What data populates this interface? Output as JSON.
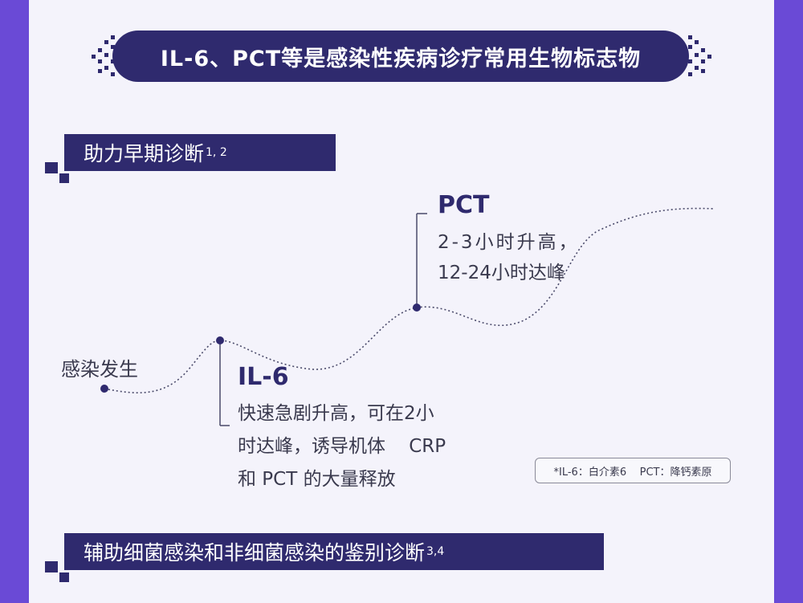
{
  "title": "IL-6、PCT等是感染性疾病诊疗常用生物标志物",
  "section1": {
    "label": "助力早期诊断",
    "sup": "1, 2"
  },
  "section2": {
    "label": "辅助细菌感染和非细菌感染的鉴别诊断",
    "sup": "3,4"
  },
  "diagram": {
    "onset_label": "感染发生",
    "pct": {
      "name": "PCT",
      "line1": "2-3小时升高，",
      "line2": "12-24小时达峰"
    },
    "il6": {
      "name": "IL-6",
      "line1": "快速急剧升高，可在2小",
      "line2": "时达峰，诱导机体    CRP",
      "line3": "和 PCT 的大量释放"
    }
  },
  "footnote": "*IL-6：白介素6    PCT：降钙素原",
  "colors": {
    "navy": "#2f2a6e",
    "purple_border": "#6a4ad6",
    "panel_bg": "#f4f3fb",
    "text_gray": "#3a3a4e"
  }
}
